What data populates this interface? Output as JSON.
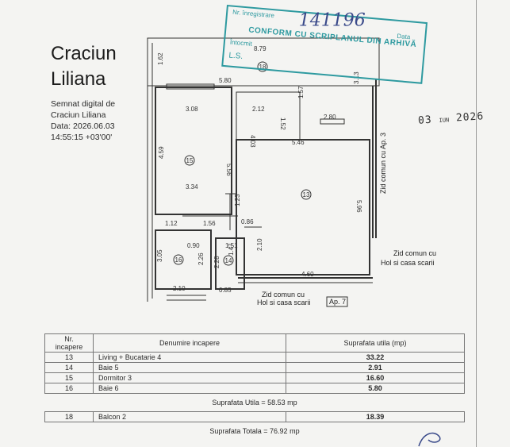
{
  "signature": {
    "name_line1": "Craciun",
    "name_line2": "Liliana",
    "signed_by_line1": "Semnat digital de",
    "signed_by_line2": "Craciun Liliana",
    "date_line": "Data: 2026.06.03",
    "time_line": "14:55:15 +03'00'"
  },
  "stamp": {
    "line1": "Nr. înregistrare",
    "line1b": "Data",
    "line2": "CONFORM CU SCRIPLANUL DIN ARHIVĂ",
    "line3": "Întocmit",
    "line4": "L.S.",
    "handwritten": "141196"
  },
  "date_stamp": {
    "day": "03",
    "month": "IUN",
    "year": "2026"
  },
  "plan": {
    "dimensions": {
      "balcony_width": "8.79",
      "balcony_depth": "1.62",
      "top_width": "5.80",
      "right_short": "3.13",
      "room15_top": "3.08",
      "room15_height": "4.59",
      "room15_wall": "5.56",
      "room15_bottom": "3.34",
      "hall_212": "2.12",
      "hall_152": "1.52",
      "hall_157": "1.57",
      "right_280": "2.80",
      "living_width": "5.46",
      "living_403": "4.03",
      "living_height": "5.96",
      "corr_123": "1.23",
      "corr_086": "0.86",
      "corr_112": "1.12",
      "corr_156": "1.56",
      "bath16_090": "0.90",
      "bath16_height": "3.05",
      "bath16_226": "2.26",
      "bath16_width": "2.10",
      "bath14_228": "2.28",
      "bath14_width": "1.51",
      "bath14_147": "1.47",
      "bath14_085": "0.85",
      "corr_210": "2.10",
      "bottom_460": "4.60"
    },
    "rooms": {
      "r18": "18",
      "r15": "15",
      "r13": "13",
      "r16": "16",
      "r14": "14"
    },
    "notes": {
      "wall_right_rot": "Zid comun cu Ap. 3",
      "wall_mid_line1": "Zid comun cu",
      "wall_mid_line2": "Hol si casa scarii",
      "wall_bottom_line1": "Zid comun cu",
      "wall_bottom_line2": "Hol si casa scarii",
      "apartment_ref": "Ap. 7"
    }
  },
  "table": {
    "headers": {
      "nr": "Nr. incapere",
      "name": "Denumire incapere",
      "area": "Suprafata utila (mp)"
    },
    "rows": [
      {
        "nr": "13",
        "name": "Living + Bucatarie 4",
        "area": "33.22"
      },
      {
        "nr": "14",
        "name": "Baie 5",
        "area": "2.91"
      },
      {
        "nr": "15",
        "name": "Dormitor 3",
        "area": "16.60"
      },
      {
        "nr": "16",
        "name": "Baie 6",
        "area": "5.80"
      }
    ],
    "useful_total": "Suprafata Utila = 58.53 mp",
    "balcony_row": {
      "nr": "18",
      "name": "Balcon 2",
      "area": "18.39"
    },
    "grand_total": "Suprafata Totala = 76.92 mp"
  }
}
